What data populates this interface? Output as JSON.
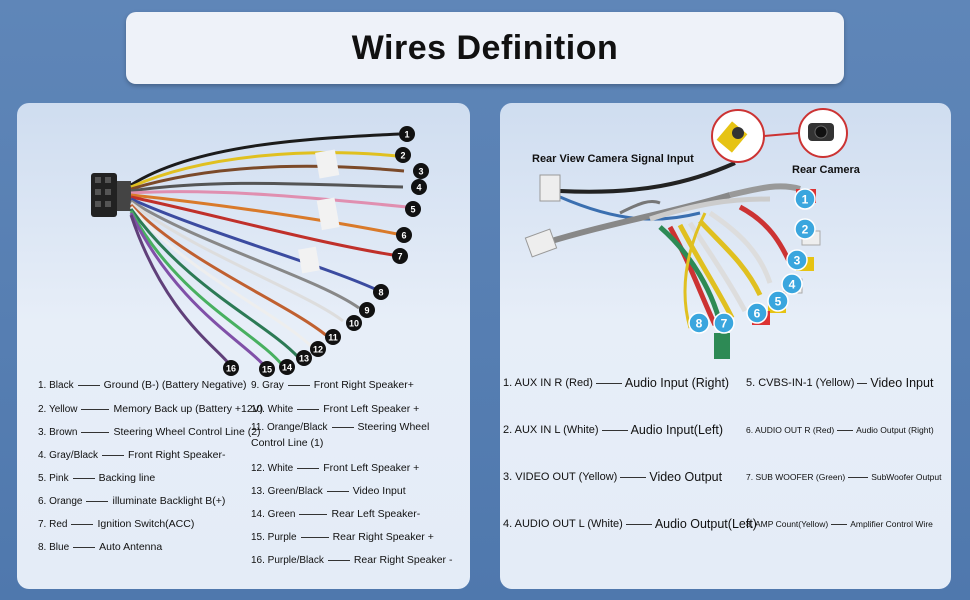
{
  "title": "Wires Definition",
  "left": {
    "badges": [
      "1",
      "2",
      "3",
      "4",
      "5",
      "6",
      "7",
      "8",
      "9",
      "10",
      "11",
      "12",
      "13",
      "14",
      "15",
      "16"
    ],
    "col1": [
      {
        "color": "1. Black",
        "desc": "Ground (B-) (Battery Negative)"
      },
      {
        "color": "2. Yellow",
        "desc": "Memory Back up (Battery +12V)"
      },
      {
        "color": "3. Brown",
        "desc": "Steering Wheel Control Line (2)"
      },
      {
        "color": "4. Gray/Black",
        "desc": "Front Right Speaker-"
      },
      {
        "color": "5. Pink",
        "desc": "Backing line"
      },
      {
        "color": "6. Orange",
        "desc": "illuminate Backlight B(+)"
      },
      {
        "color": "7. Red",
        "desc": "Ignition Switch(ACC)"
      },
      {
        "color": "8. Blue",
        "desc": "Auto Antenna"
      }
    ],
    "col2": [
      {
        "color": "9. Gray",
        "desc": "Front Right Speaker+"
      },
      {
        "color": "10. White",
        "desc": "Front Left Speaker +"
      },
      {
        "color": "11. Orange/Black",
        "desc": "Steering Wheel",
        "desc2": "Control Line (1)"
      },
      {
        "color": "12. White",
        "desc": "Front Left Speaker +"
      },
      {
        "color": "13. Green/Black",
        "desc": "Video Input"
      },
      {
        "color": "14. Green",
        "desc": "Rear Left Speaker-"
      },
      {
        "color": "15. Purple",
        "desc": "Rear Right Speaker +"
      },
      {
        "color": "16. Purple/Black",
        "desc": "Rear Right Speaker -"
      }
    ]
  },
  "right": {
    "camera_signal_label": "Rear View Camera Signal Input",
    "camera_label": "Rear Camera",
    "badges": [
      "1",
      "2",
      "3",
      "4",
      "5",
      "6",
      "7",
      "8"
    ],
    "col1": [
      {
        "code": "1.  AUX IN R (Red)",
        "desc": "Audio Input (Right)"
      },
      {
        "code": "2.  AUX IN L  (White)",
        "desc": "Audio Input(Left)"
      },
      {
        "code": "3. VIDEO OUT (Yellow)",
        "desc": "Video Output"
      },
      {
        "code": "4. AUDIO OUT L (White)",
        "desc": "Audio Output(Left)"
      }
    ],
    "col2": [
      {
        "code": "5. CVBS-IN-1 (Yellow)",
        "desc": "Video Input"
      },
      {
        "code": "6. AUDIO OUT R (Red)",
        "desc": "Audio Output (Right)"
      },
      {
        "code": "7. SUB WOOFER (Green)",
        "desc": "SubWoofer Output"
      },
      {
        "code": "8. AMP Count(Yellow)",
        "desc": "Amplifier Control Wire"
      }
    ]
  },
  "colors": {
    "background": "#5580b3",
    "badge_blue": "#3aa6de",
    "badge_black": "#111111"
  }
}
